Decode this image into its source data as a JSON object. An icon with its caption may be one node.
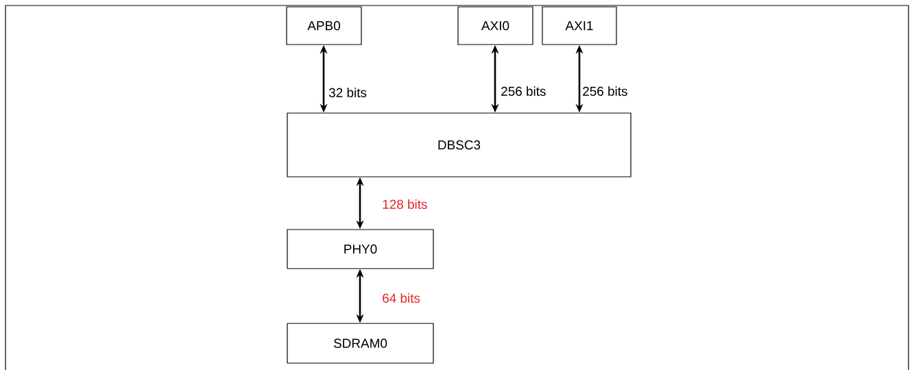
{
  "diagram": {
    "nodes": [
      {
        "text": [
          "APB0"
        ]
      },
      {
        "text": [
          "AXI0"
        ]
      },
      {
        "text": [
          "AXI1"
        ]
      },
      {
        "text": [
          "DBSC3"
        ]
      },
      {
        "text": [
          "PHY0"
        ]
      },
      {
        "text": [
          "SDRAM0"
        ]
      }
    ],
    "edges": [
      {
        "from": 0,
        "to": 3,
        "arrow": "both",
        "label": "32 bits"
      },
      {
        "from": 1,
        "to": 3,
        "arrow": "both",
        "label": "256 bits"
      },
      {
        "from": 2,
        "to": 3,
        "arrow": "both",
        "label": "256 bits"
      },
      {
        "from": 3,
        "to": 4,
        "arrow": "both",
        "label": "128 bits"
      },
      {
        "from": 4,
        "to": 5,
        "arrow": "both",
        "label": "64 bits"
      }
    ]
  }
}
